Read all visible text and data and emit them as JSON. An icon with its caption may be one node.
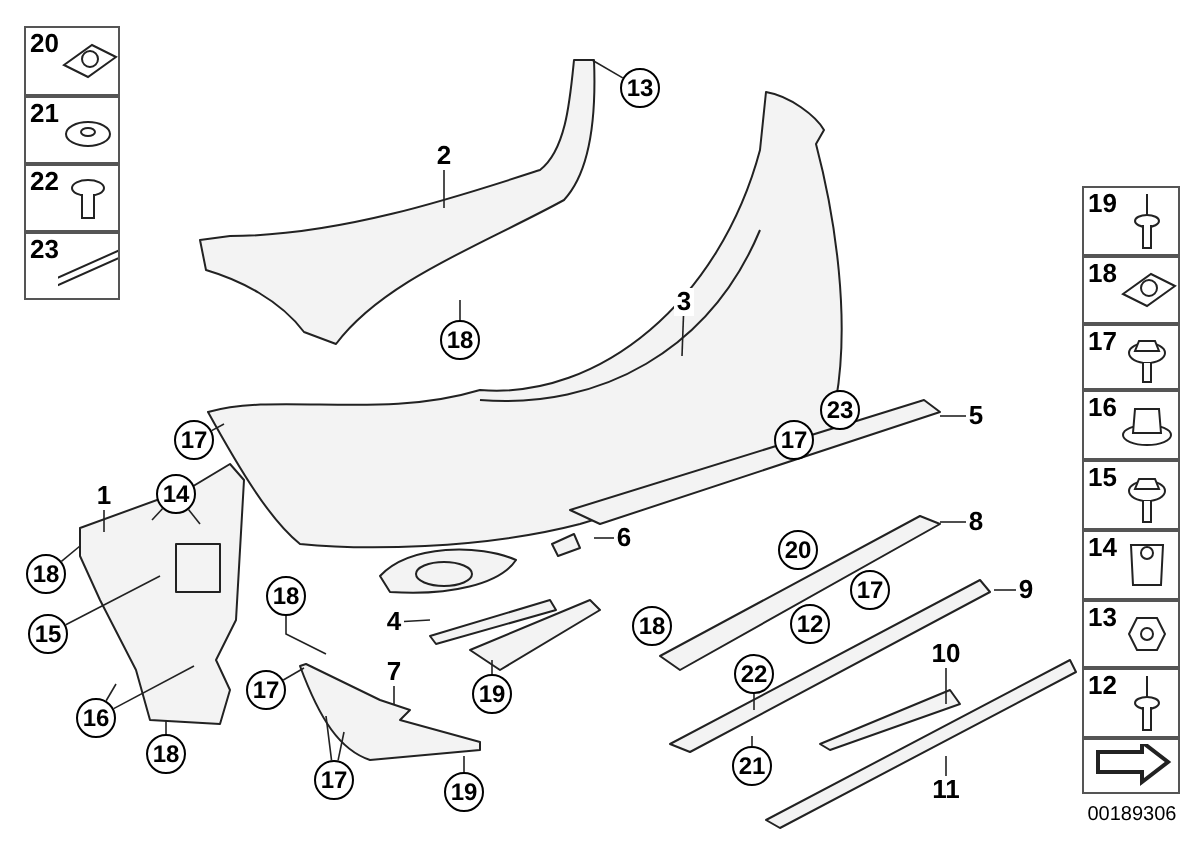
{
  "diagram": {
    "nodes": [
      {
        "text": [
          "20"
        ]
      },
      {
        "text": [
          "21"
        ]
      },
      {
        "text": [
          "22"
        ]
      },
      {
        "text": [
          "23"
        ]
      },
      {
        "text": [
          "2"
        ]
      },
      {
        "text": [
          "13"
        ]
      },
      {
        "text": [
          "19"
        ]
      },
      {
        "text": [
          "18"
        ]
      },
      {
        "text": [
          "17"
        ]
      },
      {
        "text": [
          "16"
        ]
      },
      {
        "text": [
          "3"
        ]
      },
      {
        "text": [
          "18"
        ]
      },
      {
        "text": [
          "23"
        ]
      },
      {
        "text": [
          "5"
        ]
      },
      {
        "text": [
          "17"
        ]
      },
      {
        "text": [
          "17"
        ]
      },
      {
        "text": [
          "15"
        ]
      },
      {
        "text": [
          "1"
        ]
      },
      {
        "text": [
          "14"
        ]
      },
      {
        "text": [
          "6"
        ]
      },
      {
        "text": [
          "8"
        ]
      },
      {
        "text": [
          "14"
        ]
      },
      {
        "text": [
          "20"
        ]
      },
      {
        "text": [
          "18"
        ]
      },
      {
        "text": [
          "17"
        ]
      },
      {
        "text": [
          "9"
        ]
      },
      {
        "text": [
          "18"
        ]
      },
      {
        "text": [
          "4"
        ]
      },
      {
        "text": [
          "18"
        ]
      },
      {
        "text": [
          "12"
        ]
      },
      {
        "text": [
          "13"
        ]
      },
      {
        "text": [
          "15"
        ]
      },
      {
        "text": [
          "7"
        ]
      },
      {
        "text": [
          "10"
        ]
      },
      {
        "text": [
          "22"
        ]
      },
      {
        "text": [
          "12"
        ]
      },
      {
        "text": [
          "17"
        ]
      },
      {
        "text": [
          "19"
        ]
      },
      {
        "text": [
          "16"
        ]
      },
      {
        "text": [
          "18"
        ]
      },
      {
        "text": [
          "21"
        ]
      },
      {
        "text": [
          "17"
        ]
      },
      {
        "text": [
          "11"
        ]
      },
      {
        "text": [
          "19"
        ]
      },
      {
        "text": [],
        "shape": "box"
      }
    ],
    "edges": [
      {
        "from": 4,
        "to": null,
        "arrow": "none"
      },
      {
        "from": 5,
        "to": null,
        "arrow": "none"
      },
      {
        "from": 10,
        "to": null,
        "arrow": "none"
      },
      {
        "from": 11,
        "to": null,
        "arrow": "none"
      },
      {
        "from": 13,
        "to": null,
        "arrow": "none"
      },
      {
        "from": 14,
        "to": null,
        "arrow": "none"
      },
      {
        "from": 17,
        "to": null,
        "arrow": "none"
      },
      {
        "from": 18,
        "to": null,
        "arrow": "none"
      },
      {
        "from": 18,
        "to": null,
        "arrow": "none"
      },
      {
        "from": 19,
        "to": null,
        "arrow": "none"
      },
      {
        "from": 20,
        "to": null,
        "arrow": "none"
      },
      {
        "from": 23,
        "to": null,
        "arrow": "none"
      },
      {
        "from": 25,
        "to": null,
        "arrow": "none"
      },
      {
        "from": 26,
        "to": null,
        "arrow": "none"
      },
      {
        "from": 27,
        "to": null,
        "arrow": "none"
      },
      {
        "from": 31,
        "to": null,
        "arrow": "none"
      },
      {
        "from": 32,
        "to": null,
        "arrow": "none"
      },
      {
        "from": 33,
        "to": null,
        "arrow": "none"
      },
      {
        "from": 34,
        "to": null,
        "arrow": "none"
      },
      {
        "from": 36,
        "to": null,
        "arrow": "none"
      },
      {
        "from": 37,
        "to": null,
        "arrow": "none"
      },
      {
        "from": 38,
        "to": null,
        "arrow": "none"
      },
      {
        "from": 38,
        "to": null,
        "arrow": "none"
      },
      {
        "from": 39,
        "to": null,
        "arrow": "none"
      },
      {
        "from": 40,
        "to": null,
        "arrow": "none"
      },
      {
        "from": 41,
        "to": null,
        "arrow": "none"
      },
      {
        "from": 41,
        "to": null,
        "arrow": "none"
      },
      {
        "from": 42,
        "to": null,
        "arrow": "none"
      },
      {
        "from": 43,
        "to": null,
        "arrow": "none"
      }
    ],
    "labels": [
      "00189306"
    ]
  }
}
